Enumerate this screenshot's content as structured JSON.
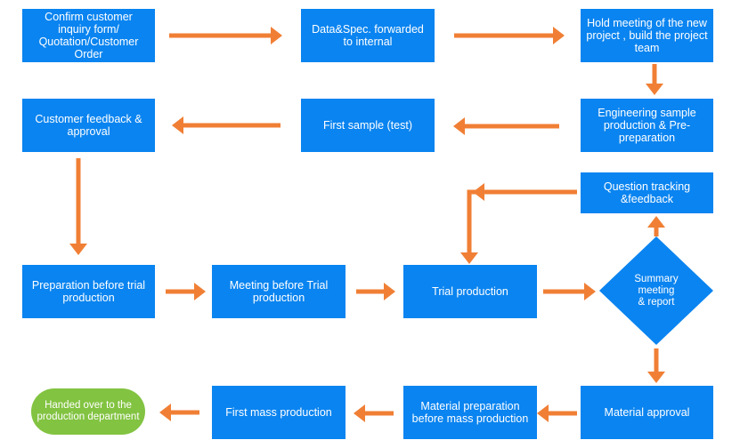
{
  "colors": {
    "box": "#0a84f0",
    "arrow": "#f07f35",
    "end": "#82c341",
    "text": "#ffffff"
  },
  "steps": {
    "confirm_inquiry": "Confirm customer inquiry form/ Quotation/Customer Order",
    "data_spec": "Data&Spec. forwarded to internal",
    "hold_meeting": "Hold meeting of the new project ,  build the project team",
    "engineering_sample": "Engineering sample production & Pre-preparation",
    "first_sample": "First sample (test)",
    "customer_feedback": "Customer feedback & approval",
    "question_tracking": "Question tracking &feedback",
    "prep_before_trial": "Preparation before trial production",
    "meeting_before_trial": "Meeting before Trial production",
    "trial_production": "Trial production",
    "summary_meeting": "Summary\nmeeting\n& report",
    "material_approval": "Material approval",
    "material_prep": "Material preparation before mass production",
    "first_mass": "First mass production",
    "handed_over": "Handed over to the production department"
  }
}
